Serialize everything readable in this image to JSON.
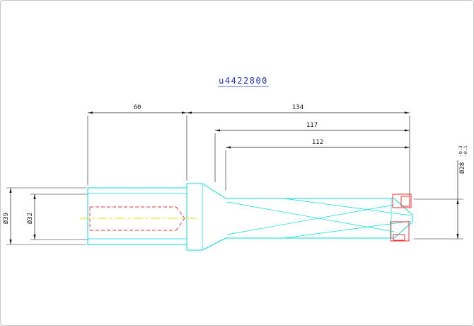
{
  "page": {
    "background": "#ffffff",
    "border_color": "#c6c6c6"
  },
  "drawing": {
    "title": "u4422800",
    "colors": {
      "title_text": "#2233bb",
      "dimension_line": "#1a1a1a",
      "part_outline": "#00dede",
      "hidden_line": "#f03030",
      "centerline": "#e0e000"
    },
    "dimensions": {
      "shank_length": "60",
      "overall_length": "134",
      "length_117": "117",
      "length_112": "112",
      "shank_diameter": "Ø39",
      "bore_diameter": "Ø32",
      "cutting_diameter": "Ø28",
      "cutting_dia_tol_upper": "-0.3",
      "cutting_dia_tol_lower": "-0.1"
    }
  }
}
